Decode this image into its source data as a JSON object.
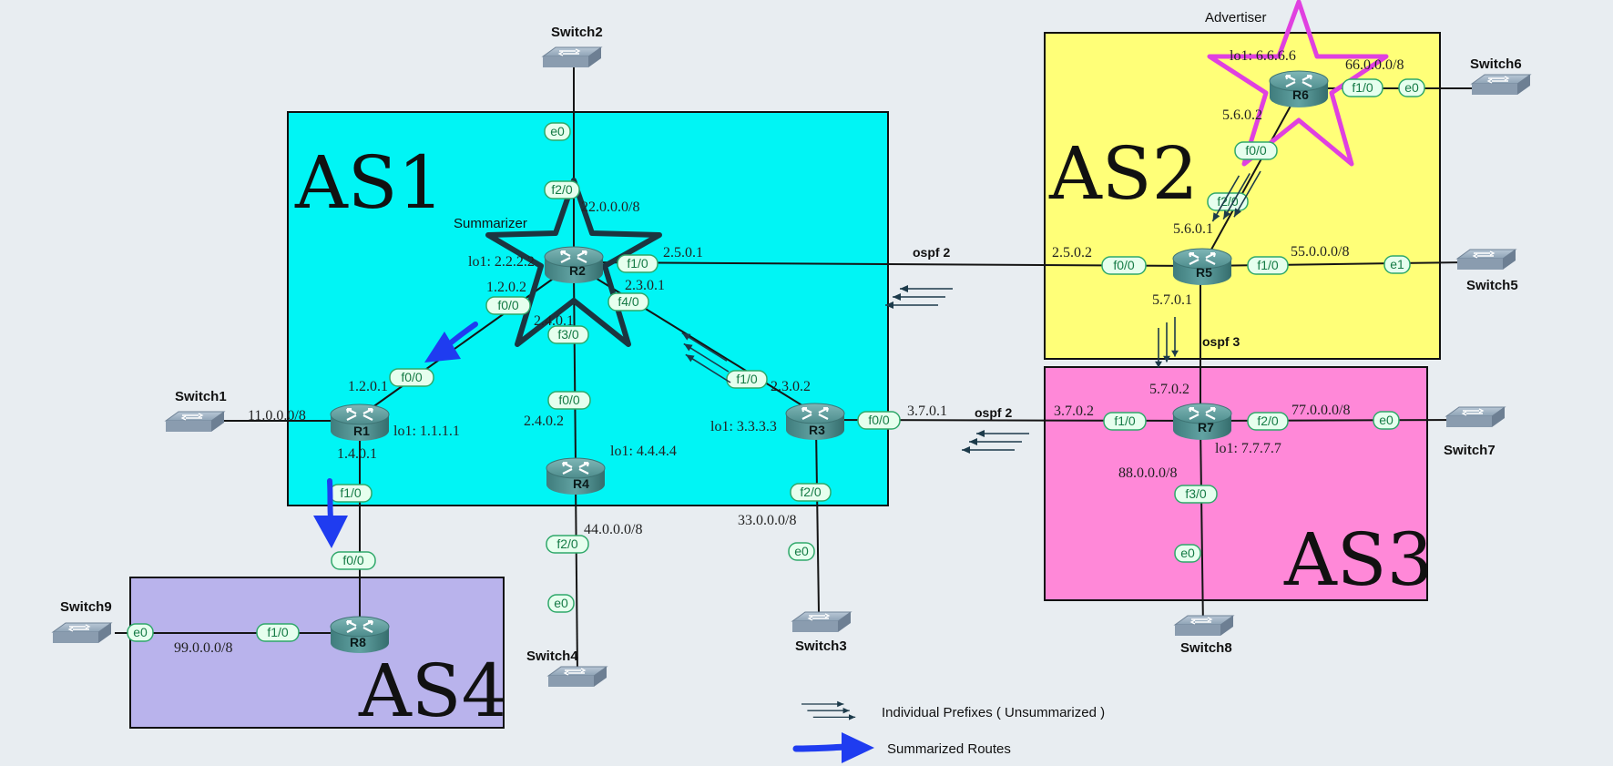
{
  "areas": {
    "as1": "AS1",
    "as2": "AS2",
    "as3": "AS3",
    "as4": "AS4"
  },
  "colors": {
    "as1": "#00f5f5",
    "as2": "#ffff78",
    "as3": "#ff88d8",
    "as4": "#b9b3ec",
    "summarized_arrow": "#1f3cf0",
    "advertiser_star": "#e040e0",
    "summarizer_star": "#1c3540",
    "unsummarized_arrows": "#1c3a4a"
  },
  "routers": {
    "r1": "R1",
    "r2": "R2",
    "r3": "R3",
    "r4": "R4",
    "r5": "R5",
    "r6": "R6",
    "r7": "R7",
    "r8": "R8"
  },
  "switches": {
    "s1": "Switch1",
    "s2": "Switch2",
    "s3": "Switch3",
    "s4": "Switch4",
    "s5": "Switch5",
    "s6": "Switch6",
    "s7": "Switch7",
    "s8": "Switch8",
    "s9": "Switch9"
  },
  "roles": {
    "summarizer": "Summarizer",
    "advertiser": "Advertiser"
  },
  "interfaces": {
    "sw2_e0": "e0",
    "r2_f2": "f2/0",
    "r2_f1": "f1/0",
    "r2_f0": "f0/0",
    "r2_f4": "f4/0",
    "r2_f3": "f3/0",
    "r1_f0": "f0/0",
    "r1_f1": "f1/0",
    "r4_f0": "f0/0",
    "r4_f2": "f2/0",
    "sw4_e0": "e0",
    "r3_f1": "f1/0",
    "r3_f0": "f0/0",
    "r3_f2": "f2/0",
    "sw3_e0": "e0",
    "r8_f0": "f0/0",
    "r8_f1": "f1/0",
    "sw9_e0": "e0",
    "r6_f0": "f0/0",
    "r6_f1": "f1/0",
    "sw6_e0": "e0",
    "r5_f2": "f2/0",
    "r5_f0": "f0/0",
    "r5_f1": "f1/0",
    "sw5_e1": "e1",
    "r7_f1": "f1/0",
    "r7_f2": "f2/0",
    "sw7_e0": "e0",
    "r7_f3": "f3/0",
    "sw8_e0": "e0"
  },
  "addresses": {
    "r2_net22": "22.0.0.0/8",
    "r2_lo": "lo1: 2.2.2.2",
    "r2_25": "2.5.0.1",
    "r2_12": "1.2.0.2",
    "r2_23": "2.3.0.1",
    "r2_24": "2.4.0.1",
    "r1_12": "1.2.0.1",
    "r1_net11": "11.0.0.0/8",
    "r1_lo": "lo1: 1.1.1.1",
    "r1_14": "1.4.0.1",
    "r4_24": "2.4.0.2",
    "r4_lo": "lo1: 4.4.4.4",
    "r4_net44": "44.0.0.0/8",
    "r3_23": "2.3.0.2",
    "r3_lo": "lo1: 3.3.3.3",
    "r3_37": "3.7.0.1",
    "r3_net33": "33.0.0.0/8",
    "r8_net99": "99.0.0.0/8",
    "r6_lo": "lo1: 6.6.6.6",
    "r6_net66": "66.0.0.0/8",
    "r6_56": "5.6.0.2",
    "r5_56": "5.6.0.1",
    "r5_25": "2.5.0.2",
    "r5_net55": "55.0.0.0/8",
    "r5_57": "5.7.0.1",
    "r7_57": "5.7.0.2",
    "r7_37": "3.7.0.2",
    "r7_net77": "77.0.0.0/8",
    "r7_lo": "lo1: 7.7.7.7",
    "r7_net88": "88.0.0.0/8"
  },
  "links": {
    "ospf_r2_r5": "ospf 2",
    "ospf_r3_r7": "ospf 2",
    "ospf_r5_r7": "ospf 3"
  },
  "legend": {
    "unsummarized": "Individual Prefixes ( Unsummarized )",
    "summarized": "Summarized Routes"
  }
}
